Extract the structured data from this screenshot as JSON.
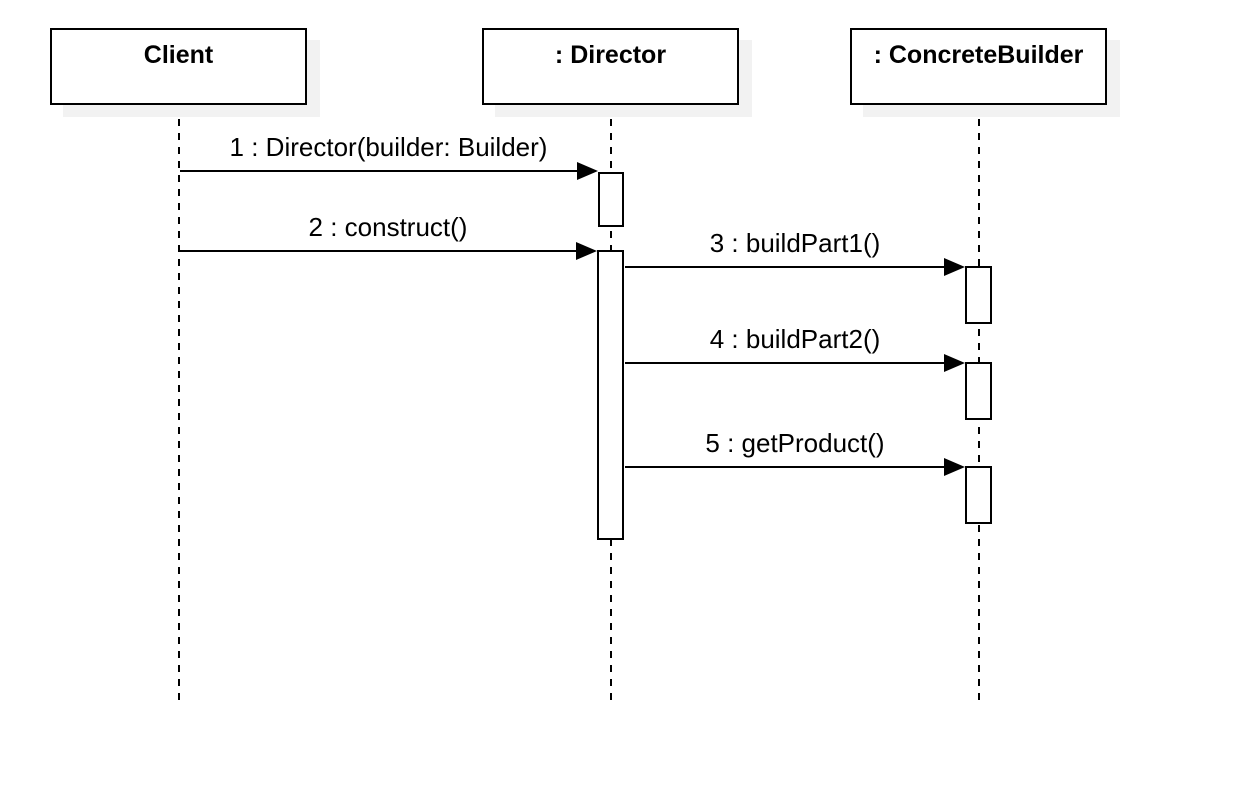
{
  "diagram_type": "uml-sequence-diagram",
  "colors": {
    "line": "#000000",
    "background": "#ffffff",
    "box_shadow": "#f2f2f2"
  },
  "lifelines": [
    {
      "name": "Client"
    },
    {
      "name": ": Director"
    },
    {
      "name": ": ConcreteBuilder"
    }
  ],
  "messages": [
    {
      "label": "1 : Director(builder: Builder)",
      "from": "Client",
      "to": ": Director"
    },
    {
      "label": "2 : construct()",
      "from": "Client",
      "to": ": Director"
    },
    {
      "label": "3 : buildPart1()",
      "from": ": Director",
      "to": ": ConcreteBuilder"
    },
    {
      "label": "4 : buildPart2()",
      "from": ": Director",
      "to": ": ConcreteBuilder"
    },
    {
      "label": "5 : getProduct()",
      "from": ": Director",
      "to": ": ConcreteBuilder"
    }
  ],
  "activations": {
    "director_count": 2,
    "concretebuilder_count": 3
  }
}
